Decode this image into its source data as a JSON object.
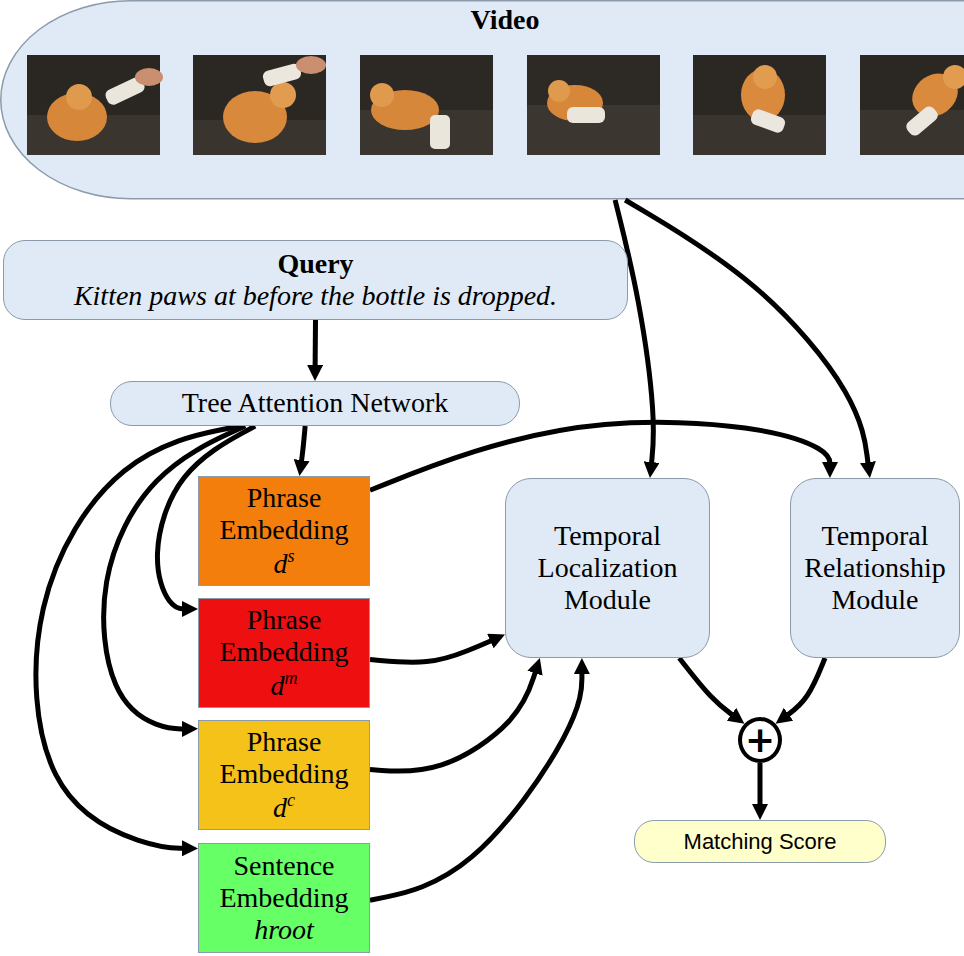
{
  "diagram": {
    "nodes": [
      {
        "text": [
          "Video"
        ]
      },
      {
        "text": [
          "Query",
          "Kitten paws at before the bottle is dropped."
        ]
      },
      {
        "text": [
          "Tree Attention Network"
        ]
      },
      {
        "text": [
          "Phrase Embedding",
          "d",
          "s"
        ]
      },
      {
        "text": [
          "Phrase Embedding",
          "d",
          "m"
        ]
      },
      {
        "text": [
          "Phrase Embedding",
          "d",
          "c"
        ]
      },
      {
        "text": [
          "Sentence Embedding",
          "hroot"
        ]
      },
      {
        "text": [
          "Temporal Localization Module"
        ]
      },
      {
        "text": [
          "Temporal Relationship Module"
        ]
      },
      {
        "text": [
          "+"
        ]
      },
      {
        "text": [
          "Matching Score"
        ]
      }
    ],
    "edges": [
      {
        "from": 0,
        "to": 7,
        "arrow": "to"
      },
      {
        "from": 0,
        "to": 8,
        "arrow": "to"
      },
      {
        "from": 1,
        "to": 2,
        "arrow": "to"
      },
      {
        "from": 2,
        "to": 3,
        "arrow": "to"
      },
      {
        "from": 2,
        "to": 4,
        "arrow": "to"
      },
      {
        "from": 2,
        "to": 5,
        "arrow": "to"
      },
      {
        "from": 2,
        "to": 6,
        "arrow": "to"
      },
      {
        "from": 3,
        "to": 8,
        "arrow": "to"
      },
      {
        "from": 4,
        "to": 7,
        "arrow": "to"
      },
      {
        "from": 5,
        "to": 7,
        "arrow": "to"
      },
      {
        "from": 6,
        "to": 7,
        "arrow": "to"
      },
      {
        "from": 7,
        "to": 9,
        "arrow": "to"
      },
      {
        "from": 8,
        "to": 9,
        "arrow": "to"
      },
      {
        "from": 9,
        "to": 10,
        "arrow": "to"
      }
    ]
  }
}
